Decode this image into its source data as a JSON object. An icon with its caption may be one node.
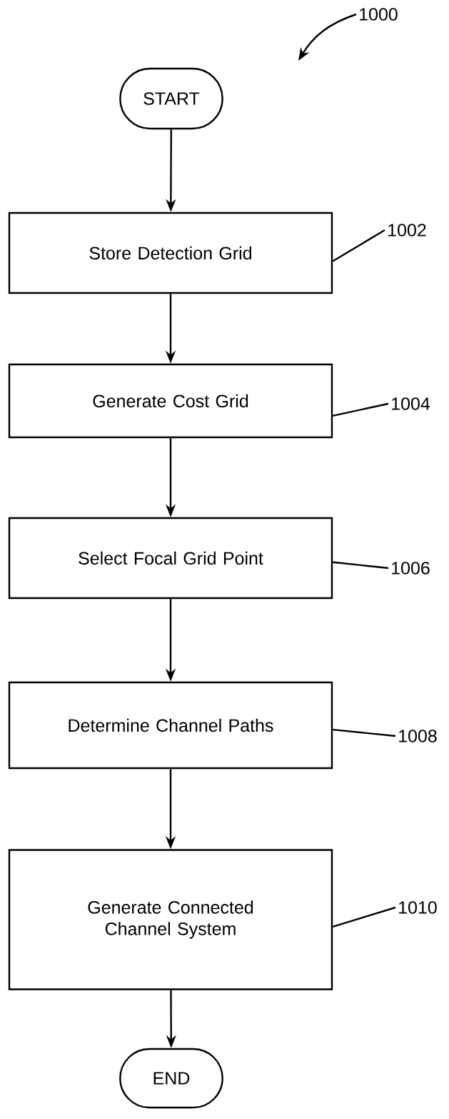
{
  "diagram": {
    "nodes": [
      {
        "text": [
          "START"
        ]
      },
      {
        "text": [
          "Store Detection Grid"
        ]
      },
      {
        "text": [
          "Generate Cost Grid"
        ]
      },
      {
        "text": [
          "Select Focal Grid Point"
        ]
      },
      {
        "text": [
          "Determine Channel Paths"
        ]
      },
      {
        "text": [
          "Generate Connected Channel System"
        ]
      },
      {
        "text": [
          "END"
        ]
      },
      {
        "text": [
          "1000"
        ]
      },
      {
        "text": [
          "1002"
        ]
      },
      {
        "text": [
          "1004"
        ]
      },
      {
        "text": [
          "1006"
        ]
      },
      {
        "text": [
          "1008"
        ]
      },
      {
        "text": [
          "1010"
        ]
      }
    ],
    "edges": [
      {
        "from": 0,
        "to": 1,
        "arrow": "to"
      },
      {
        "from": 1,
        "to": 2,
        "arrow": "to"
      },
      {
        "from": 2,
        "to": 3,
        "arrow": "to"
      },
      {
        "from": 3,
        "to": 4,
        "arrow": "to"
      },
      {
        "from": 4,
        "to": 5,
        "arrow": "to"
      },
      {
        "from": 5,
        "to": 6,
        "arrow": "to"
      },
      {
        "from": 7,
        "to": null,
        "arrow": "to"
      },
      {
        "from": 8,
        "to": 1,
        "arrow": "none"
      },
      {
        "from": 9,
        "to": 2,
        "arrow": "none"
      },
      {
        "from": 10,
        "to": 3,
        "arrow": "none"
      },
      {
        "from": 11,
        "to": 4,
        "arrow": "none"
      },
      {
        "from": 12,
        "to": 5,
        "arrow": "none"
      }
    ]
  }
}
